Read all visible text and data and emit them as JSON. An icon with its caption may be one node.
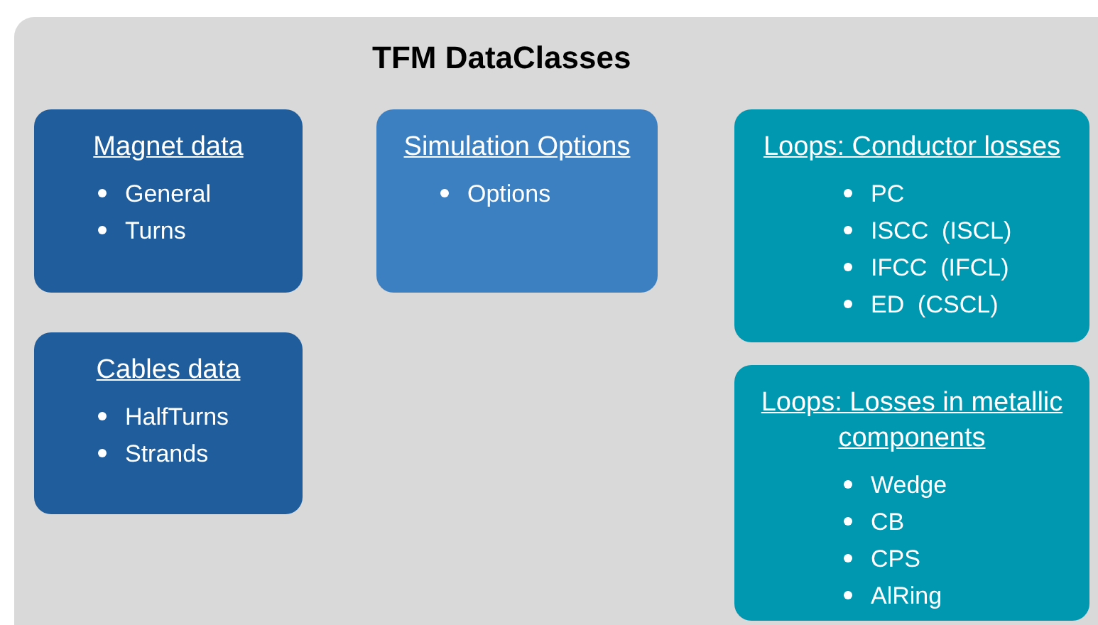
{
  "diagram": {
    "nodes": [
      {
        "text": [
          "TFM DataClasses"
        ]
      },
      {
        "text": [
          "Magnet data",
          "General",
          "Turns"
        ],
        "in": 0
      },
      {
        "text": [
          "Simulation Options",
          "Options"
        ],
        "in": 0
      },
      {
        "text": [
          "Loops: Conductor losses",
          "PC",
          "ISCC  (ISCL)",
          "IFCC  (IFCL)",
          "ED  (CSCL)"
        ],
        "in": 0
      },
      {
        "text": [
          "Cables data",
          "HalfTurns",
          "Strands"
        ],
        "in": 0
      },
      {
        "text": [
          "Loops: Losses in metallic components",
          "Wedge",
          "CB",
          "CPS",
          "AlRing"
        ],
        "in": 0
      }
    ]
  }
}
